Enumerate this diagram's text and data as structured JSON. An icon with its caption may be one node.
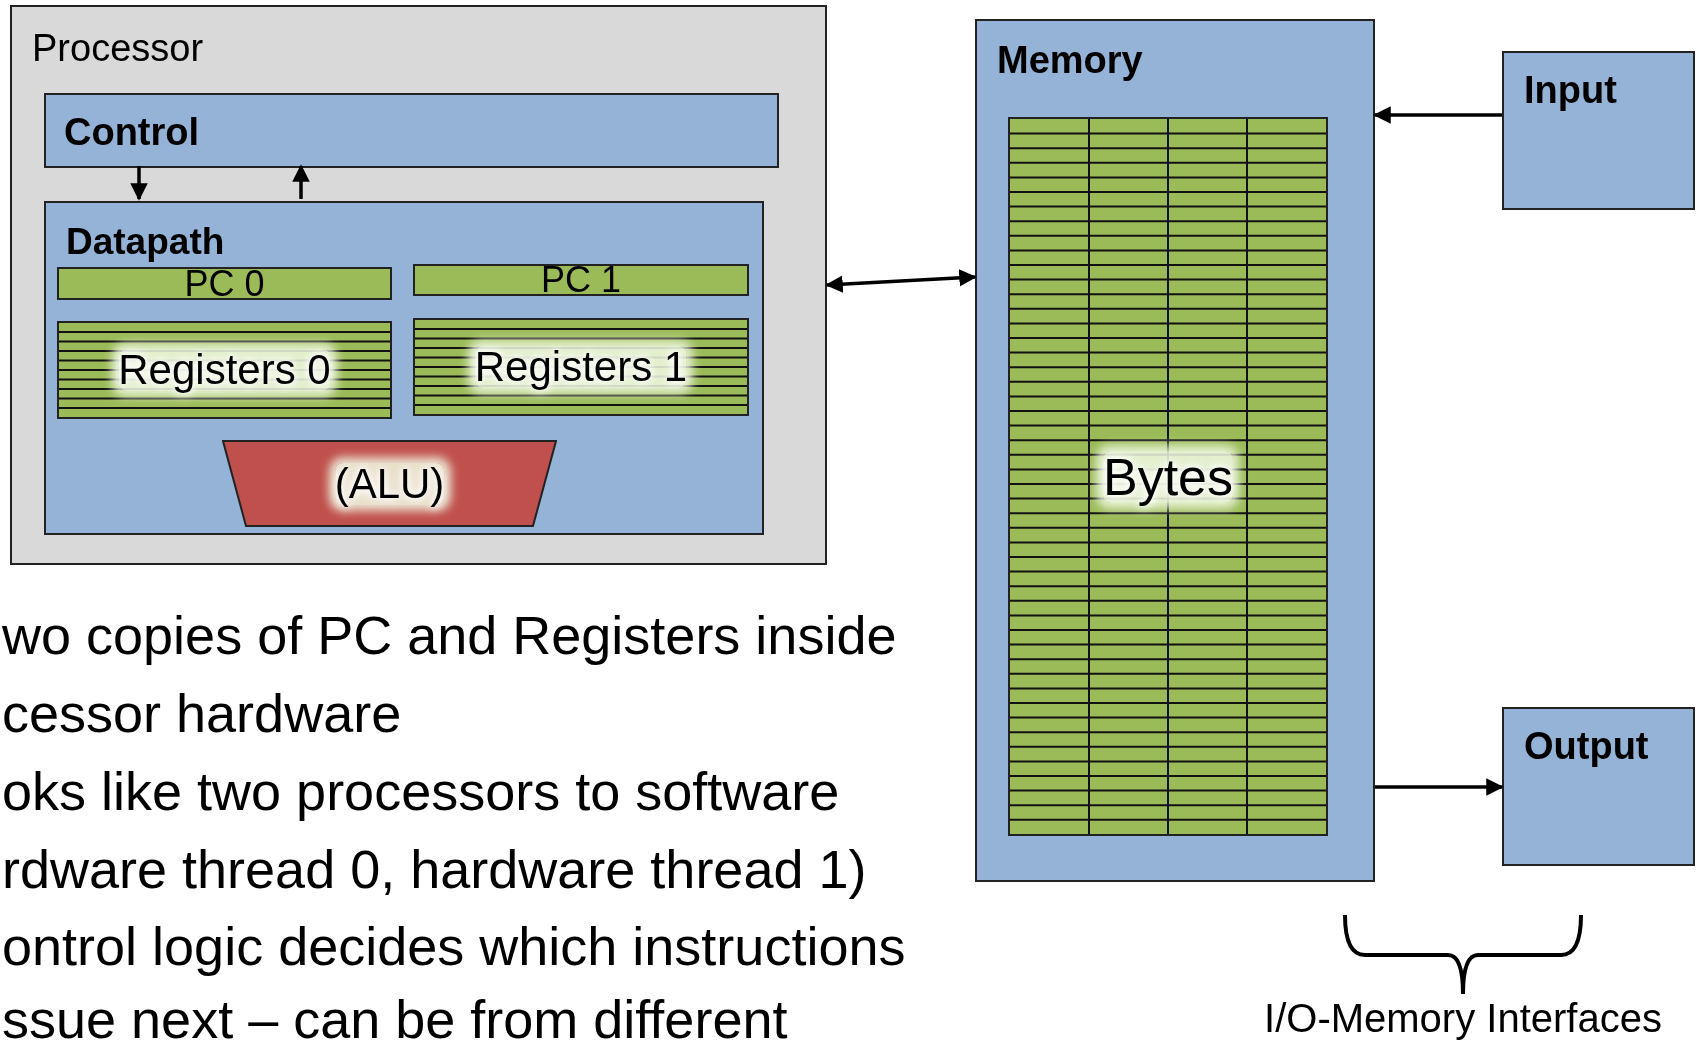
{
  "diagram": {
    "nodes": [
      {
        "text": [
          "Processor"
        ]
      },
      {
        "text": [
          "Control"
        ],
        "in": 0
      },
      {
        "text": [
          "Datapath"
        ],
        "in": 0
      },
      {
        "text": [
          "PC 0"
        ],
        "in": 2
      },
      {
        "text": [
          "PC 1"
        ],
        "in": 2
      },
      {
        "text": [
          "Registers 0"
        ],
        "in": 2
      },
      {
        "text": [
          "Registers 1"
        ],
        "in": 2
      },
      {
        "text": [
          "(ALU)"
        ],
        "in": 2
      },
      {
        "text": [
          "Memory"
        ]
      },
      {
        "text": [
          "Bytes"
        ],
        "in": 8
      },
      {
        "text": [
          "Input"
        ]
      },
      {
        "text": [
          "Output"
        ]
      }
    ],
    "edges": [
      {
        "from": 1,
        "to": 2,
        "arrow": "to"
      },
      {
        "from": 2,
        "to": 1,
        "arrow": "to"
      },
      {
        "from": 0,
        "to": 8,
        "arrow": "both"
      },
      {
        "from": 10,
        "to": 8,
        "arrow": "to"
      },
      {
        "from": 8,
        "to": 11,
        "arrow": "to"
      }
    ],
    "labels": [
      "wo copies of PC and Registers inside",
      "cessor hardware",
      "oks like two processors to software",
      "rdware thread 0, hardware thread 1)",
      "ontrol logic decides which instructions",
      "ssue next – can be from different",
      "I/O-Memory Interfaces"
    ]
  }
}
